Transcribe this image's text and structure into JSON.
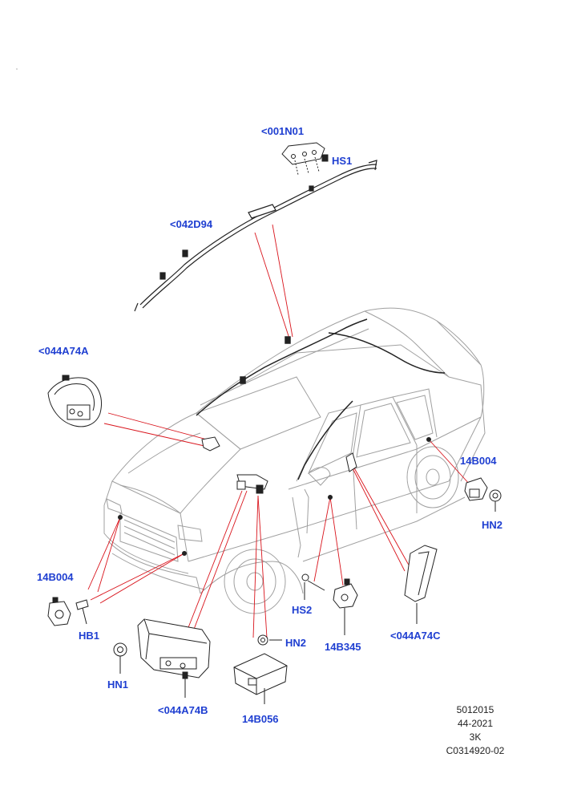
{
  "callouts": {
    "c001N01": "<001N01",
    "hs1": "HS1",
    "c042D94": "<042D94",
    "c044A74A": "<044A74A",
    "c14B004_right": "14B004",
    "hn2_right": "HN2",
    "c14B004_left": "14B004",
    "hb1": "HB1",
    "hn1": "HN1",
    "c044A74B": "<044A74B",
    "hn2_mid": "HN2",
    "c14B056": "14B056",
    "hs2": "HS2",
    "c14B345": "14B345",
    "c044A74C": "<044A74C"
  },
  "reference": {
    "line1": "5012015",
    "line2": "44-2021",
    "line3": "3K",
    "line4": "C0314920-02"
  },
  "colors": {
    "callout": "#1f3fd1",
    "leader": "#d9141c",
    "part_line": "#222222",
    "vehicle_line": "#9a9a9a"
  }
}
